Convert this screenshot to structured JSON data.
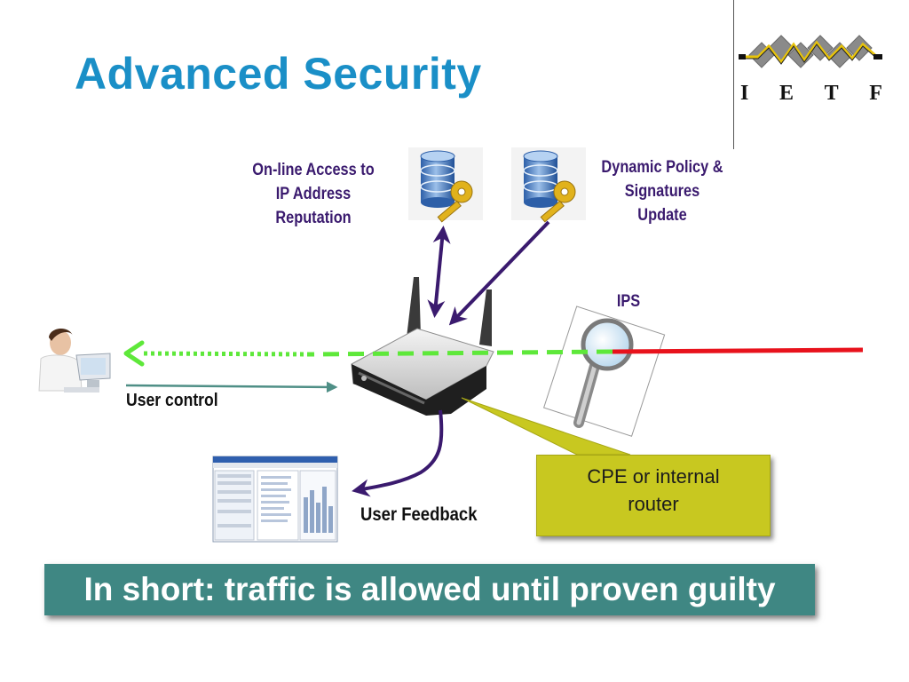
{
  "title": "Advanced Security",
  "logo": {
    "letters": [
      "I",
      "E",
      "T",
      "F"
    ]
  },
  "labels": {
    "access": [
      "On-line Access to",
      "IP Address",
      "Reputation"
    ],
    "policy": [
      "Dynamic Policy &",
      "Signatures",
      "Update"
    ],
    "ips": "IPS",
    "user_control": "User control",
    "user_feedback": "User Feedback"
  },
  "cpe_box": {
    "lines": [
      "CPE or internal",
      "router"
    ]
  },
  "summary": "In short: traffic is allowed until proven guilty",
  "colors": {
    "title": "#1a8fc7",
    "label": "#3a1a6e",
    "arrow_purple": "#3a1a6e",
    "allowed_traffic": "#5ee83a",
    "suspect_traffic": "#e8121c",
    "user_control_arrow": "#4f8f86",
    "cpe_box": "#c8c820",
    "summary_banner": "#3f8783"
  },
  "icons": [
    "database-key-icon",
    "user-at-computer-icon",
    "wireless-router-icon",
    "magnifier-icon",
    "screenshot-thumbnail-icon",
    "ietf-logo"
  ]
}
